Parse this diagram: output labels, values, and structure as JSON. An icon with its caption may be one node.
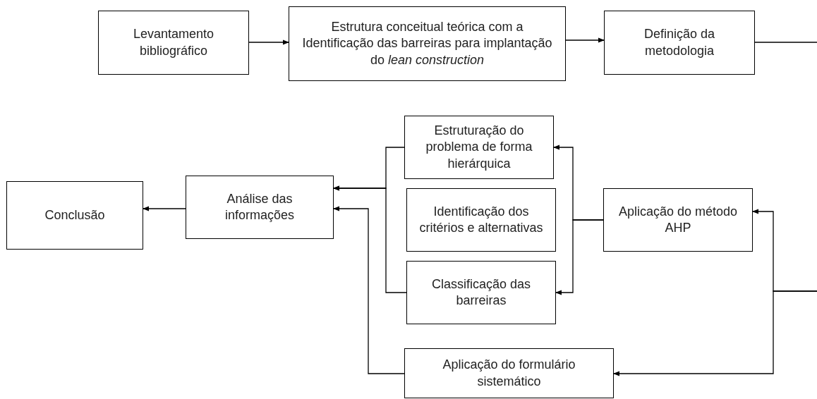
{
  "diagram": {
    "nodes": [
      {
        "text": [
          "Levantamento bibliográfico"
        ]
      },
      {
        "text": [
          "Estrutura conceitual teórica com a Identificação das barreiras para implantação do *lean construction*"
        ]
      },
      {
        "text": [
          "Definição da metodologia"
        ]
      },
      {
        "text": [
          "Conclusão"
        ]
      },
      {
        "text": [
          "Análise das informações"
        ]
      },
      {
        "text": [
          "Estruturação do problema de forma hierárquica"
        ]
      },
      {
        "text": [
          "Identificação dos critérios e alternativas"
        ]
      },
      {
        "text": [
          "Classificação das barreiras"
        ]
      },
      {
        "text": [
          "Aplicação do método AHP"
        ]
      },
      {
        "text": [
          "Aplicação do formulário sistemático"
        ]
      }
    ],
    "edges": [
      {
        "from": 0,
        "to": 1,
        "arrow": "to"
      },
      {
        "from": 1,
        "to": 2,
        "arrow": "to"
      },
      {
        "from": 2,
        "to": null,
        "arrow": "none"
      },
      {
        "from": null,
        "to": 8,
        "arrow": "to"
      },
      {
        "from": null,
        "to": 9,
        "arrow": "to"
      },
      {
        "from": 8,
        "to": 5,
        "arrow": "to"
      },
      {
        "from": 8,
        "to": 7,
        "arrow": "to"
      },
      {
        "from": 5,
        "to": 4,
        "arrow": "to"
      },
      {
        "from": 7,
        "to": 4,
        "arrow": "to"
      },
      {
        "from": 9,
        "to": 4,
        "arrow": "to"
      },
      {
        "from": 4,
        "to": 3,
        "arrow": "to"
      }
    ]
  }
}
